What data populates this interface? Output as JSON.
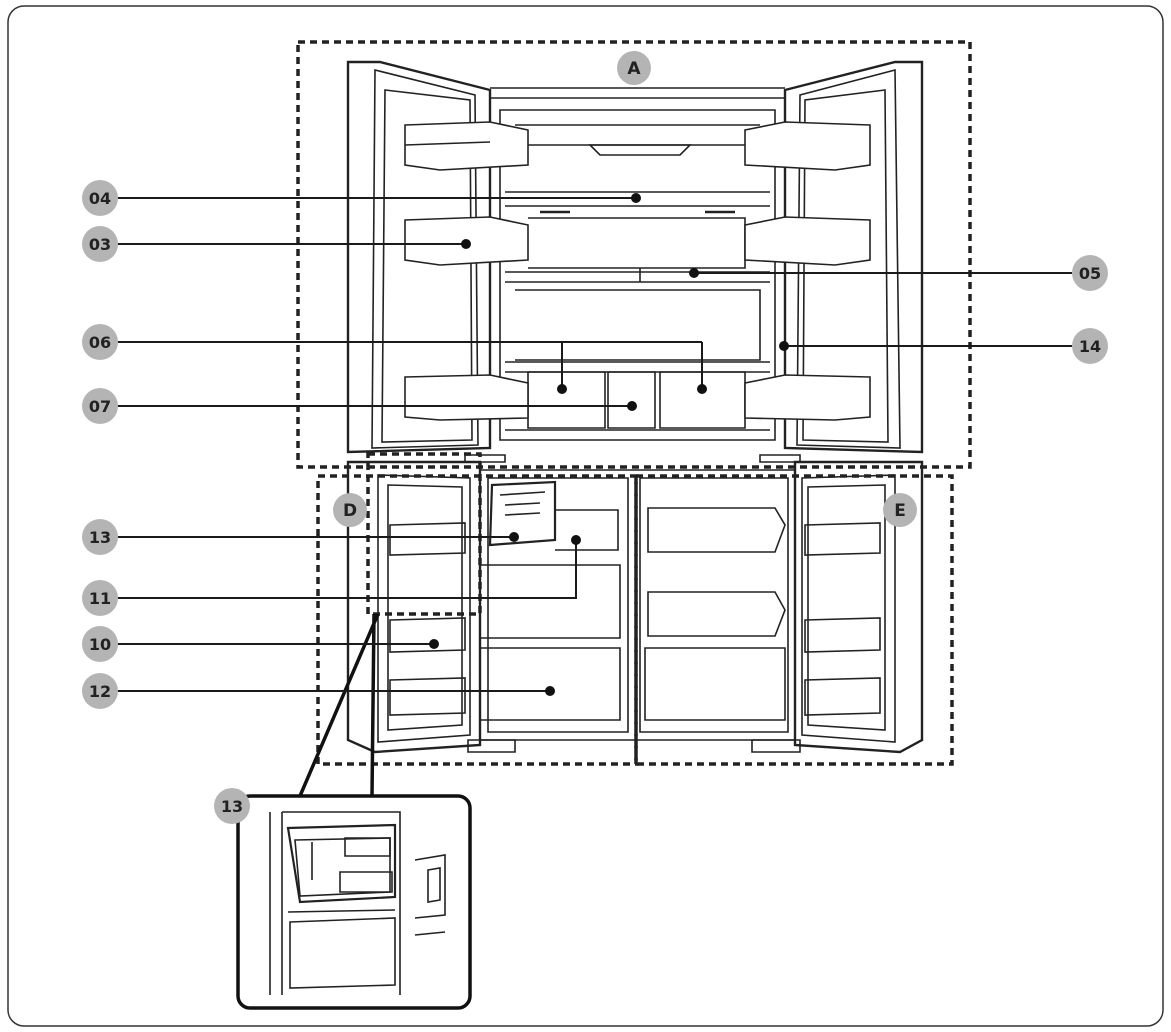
{
  "callouts": [
    {
      "id": "04",
      "label": "04"
    },
    {
      "id": "03",
      "label": "03"
    },
    {
      "id": "05",
      "label": "05"
    },
    {
      "id": "06",
      "label": "06"
    },
    {
      "id": "14",
      "label": "14"
    },
    {
      "id": "07",
      "label": "07"
    },
    {
      "id": "13",
      "label": "13"
    },
    {
      "id": "11",
      "label": "11"
    },
    {
      "id": "10",
      "label": "10"
    },
    {
      "id": "12",
      "label": "12"
    },
    {
      "id": "13-detail",
      "label": "13"
    }
  ],
  "zones": [
    {
      "id": "A",
      "label": "A"
    },
    {
      "id": "D",
      "label": "D"
    },
    {
      "id": "E",
      "label": "E"
    }
  ],
  "colors": {
    "badge": "#b4b4b4",
    "line": "#1a1a1a",
    "drawing": "#222222",
    "frame": "#333333"
  }
}
